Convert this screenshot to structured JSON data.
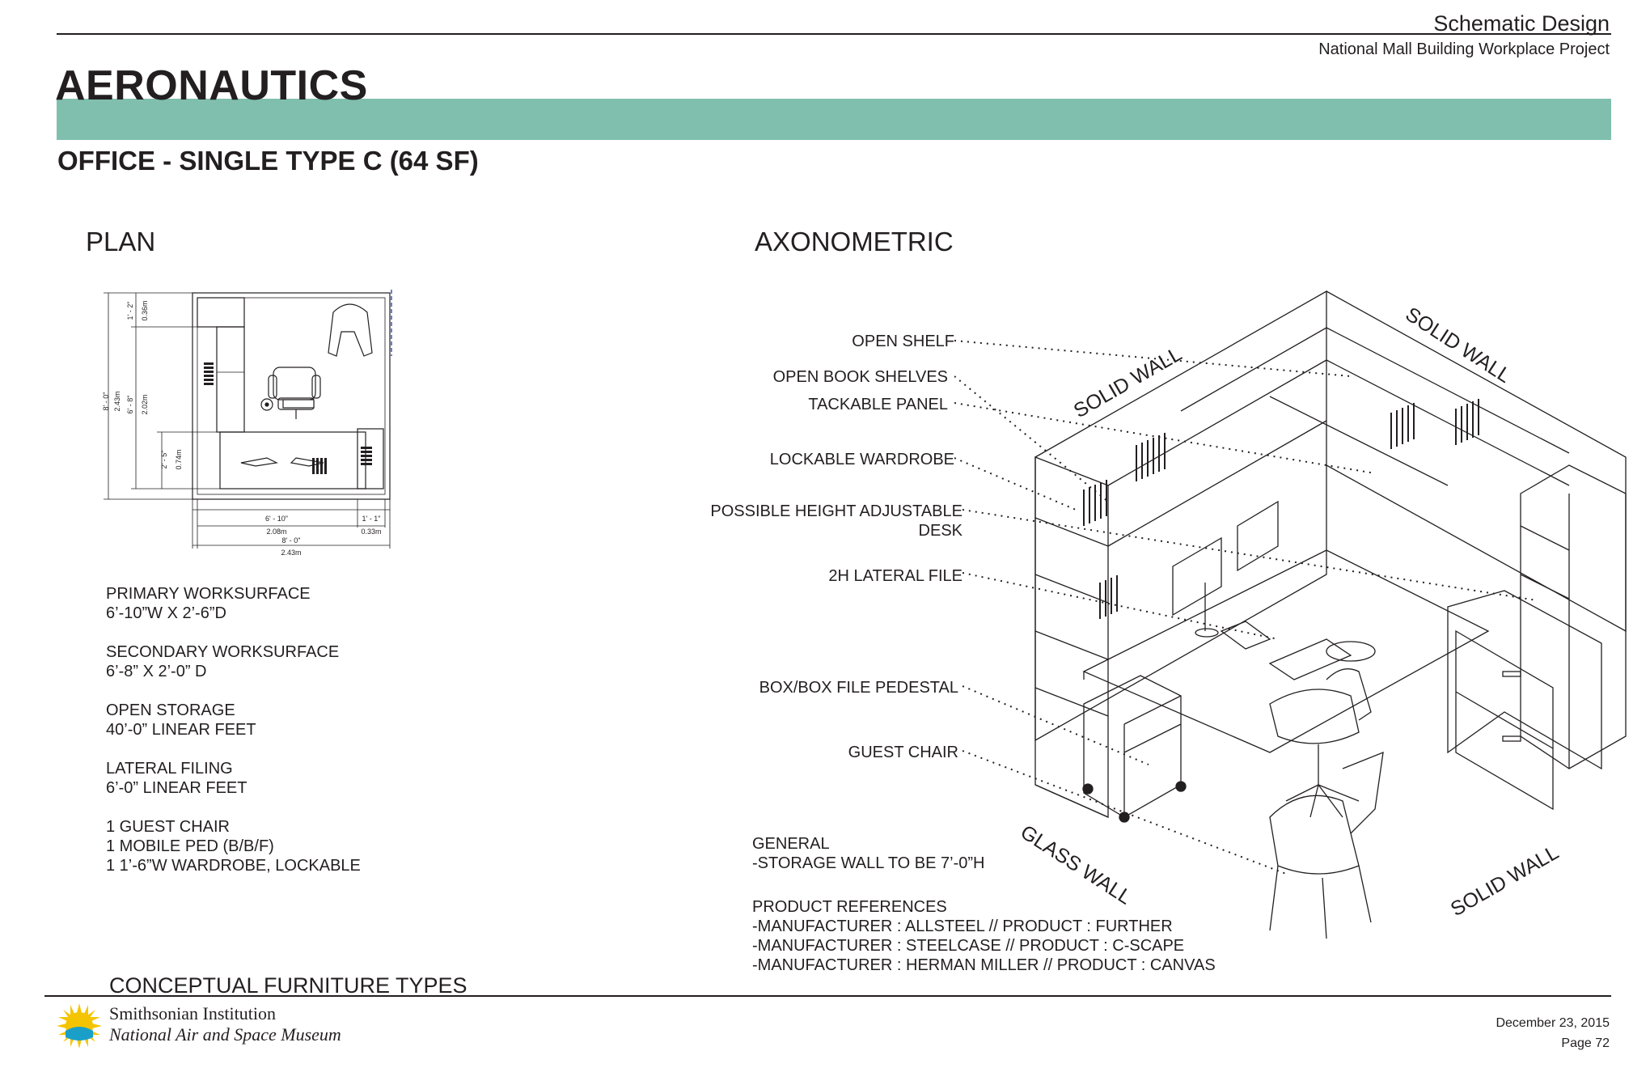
{
  "header": {
    "phase": "Schematic Design",
    "project": "National Mall Building Workplace Project",
    "department": "AERONAUTICS",
    "room_type": "OFFICE - SINGLE TYPE C (64 SF)",
    "band_color": "#80bfae"
  },
  "plan": {
    "title": "PLAN",
    "dimensions": {
      "left_outer_ft": "8' - 0\"",
      "left_outer_m": "2.43m",
      "left_top_ft": "1' - 2\"",
      "left_top_m": "0.36m",
      "left_mid_ft": "6' - 8\"",
      "left_mid_m": "2.02m",
      "left_low_ft": "2' - 5\"",
      "left_low_m": "0.74m",
      "bottom_a_ft": "6' - 10\"",
      "bottom_a_m": "2.08m",
      "bottom_b_ft": "1' - 1\"",
      "bottom_b_m": "0.33m",
      "bottom_total_ft": "8' - 0\"",
      "bottom_total_m": "2.43m"
    }
  },
  "specs": [
    {
      "lines": [
        "PRIMARY WORKSURFACE",
        "6’-10”W X 2’-6”D"
      ]
    },
    {
      "lines": [
        "SECONDARY WORKSURFACE",
        "6’-8” X 2’-0” D"
      ]
    },
    {
      "lines": [
        "OPEN STORAGE",
        "40’-0” LINEAR FEET"
      ]
    },
    {
      "lines": [
        "LATERAL FILING",
        "6’-0” LINEAR FEET"
      ]
    },
    {
      "lines": [
        "1 GUEST CHAIR",
        "1 MOBILE PED (B/B/F)",
        "1 1’-6”W WARDROBE, LOCKABLE"
      ]
    }
  ],
  "axonometric": {
    "title": "AXONOMETRIC",
    "callouts": [
      {
        "label": "OPEN SHELF"
      },
      {
        "label": "OPEN BOOK SHELVES"
      },
      {
        "label": "TACKABLE PANEL"
      },
      {
        "label": "LOCKABLE WARDROBE"
      },
      {
        "label": "POSSIBLE HEIGHT ADJUSTABLE",
        "label2": "DESK"
      },
      {
        "label": "2H LATERAL FILE"
      },
      {
        "label": "BOX/BOX FILE PEDESTAL"
      },
      {
        "label": "GUEST CHAIR"
      }
    ],
    "walls": [
      {
        "label": "SOLID WALL"
      },
      {
        "label": "SOLID WALL"
      },
      {
        "label": "GLASS WALL"
      },
      {
        "label": "SOLID WALL"
      }
    ]
  },
  "notes": {
    "general_title": "GENERAL",
    "general": [
      "-STORAGE WALL TO BE 7’-0”H"
    ],
    "references_title": "PRODUCT REFERENCES",
    "references": [
      "-MANUFACTURER : ALLSTEEL // PRODUCT : FURTHER",
      "-MANUFACTURER : STEELCASE // PRODUCT : C-SCAPE",
      "-MANUFACTURER : HERMAN MILLER // PRODUCT : CANVAS"
    ]
  },
  "footer": {
    "section": "CONCEPTUAL FURNITURE TYPES",
    "institution": "Smithsonian Institution",
    "museum": "National Air and Space Museum",
    "date": "December 23, 2015",
    "page": "Page 72",
    "logo_icon": "smithsonian-sun-icon",
    "logo_colors": [
      "#f5c400",
      "#1aa0c8"
    ]
  }
}
